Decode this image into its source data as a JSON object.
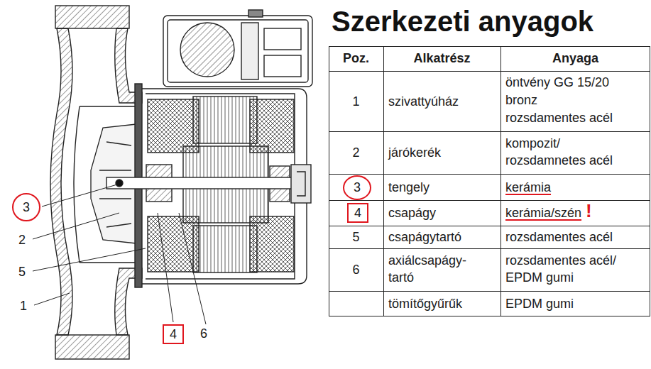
{
  "diagram": {
    "title": "Szerkezeti anyagok",
    "nodes": [
      {
        "text": [
          "3"
        ]
      },
      {
        "text": [
          "4"
        ]
      },
      {
        "text": [
          "3"
        ]
      },
      {
        "text": [
          "4"
        ]
      }
    ],
    "labels": [
      "2",
      "5",
      "1",
      "6",
      "Poz.",
      "Alkatrész",
      "Anyaga",
      "1",
      "szivattyúház",
      "öntvény GG 15/20",
      "bronz",
      "rozsdamentes acél",
      "2",
      "járókerék",
      "kompozit/",
      "rozsdamnetes acél",
      "tengely",
      "kerámia",
      "csapágy",
      "kerámia/szén",
      "!",
      "5",
      "csapágytartó",
      "rozsdamentes acél",
      "6",
      "axiálcsapágy-",
      "tartó",
      "rozsdamentes acél/",
      "EPDM gumi",
      "tömítőgyűrűk",
      "EPDM gumi"
    ]
  }
}
